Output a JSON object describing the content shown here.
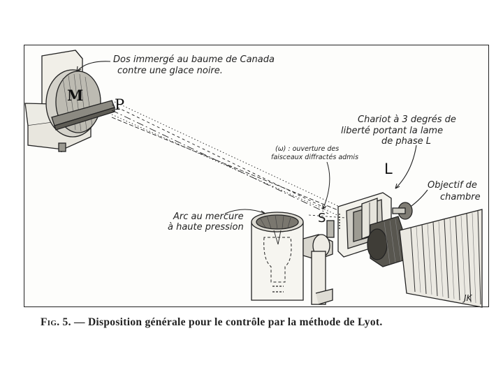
{
  "labels": {
    "mirror_note_line1": "Dos immergé au baume de Canada",
    "mirror_note_line2": "contre une glace noire.",
    "letter_m": "M",
    "letter_p": "P",
    "letter_l": "L",
    "letter_s": "S",
    "carriage_line1": "Chariot à 3 degrés de",
    "carriage_line2": "liberté portant la lame",
    "carriage_line3": "de phase L",
    "aperture_line1": "(ω) : ouverture des",
    "aperture_line2": "faisceaux diffractés admis",
    "objective_line1": "Objectif de",
    "objective_line2": "chambre",
    "arc_line1": "Arc au mercure",
    "arc_line2": "à haute pression",
    "signature": "JK"
  },
  "caption": {
    "fig_label": "Fig. 5.",
    "text": "— Disposition générale pour le contrôle par la méthode de Lyot."
  }
}
